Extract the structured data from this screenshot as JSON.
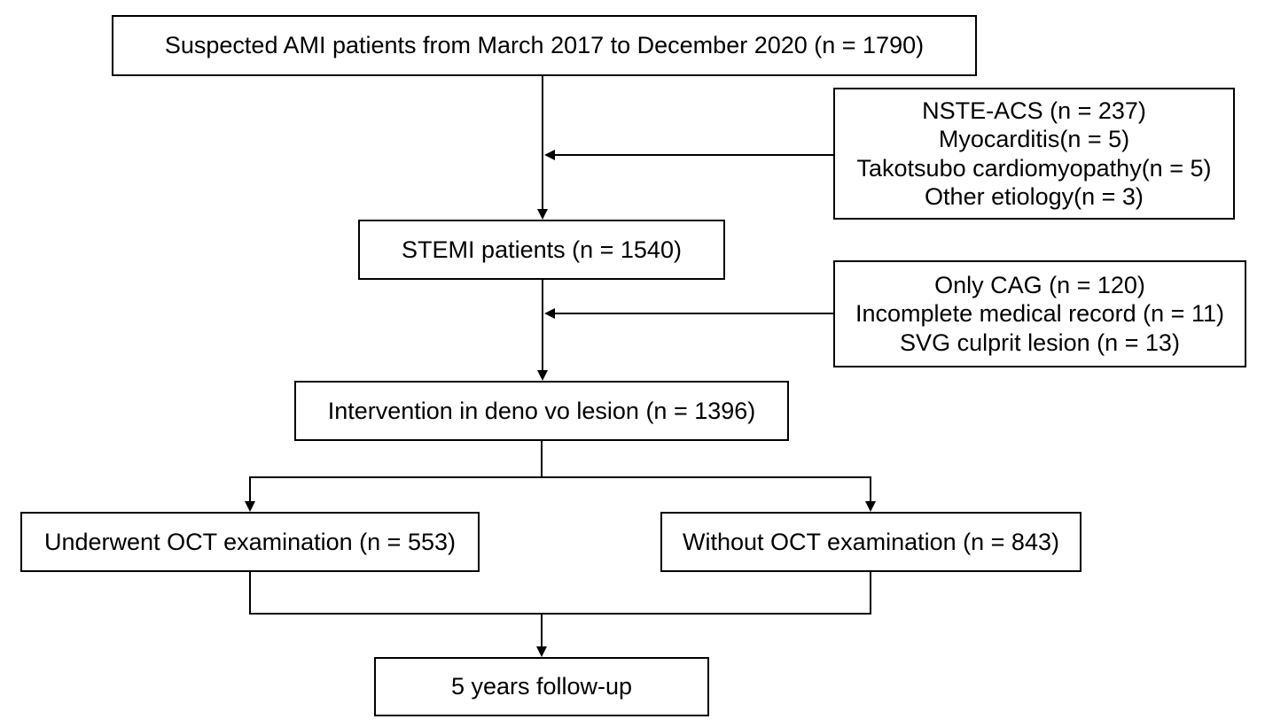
{
  "flowchart": {
    "main_steps": {
      "screened": "Suspected AMI patients from March 2017 to December 2020 (n = 1790)",
      "stemi": "STEMI patients (n = 1540)",
      "intervention": "Intervention in deno vo lesion (n = 1396)",
      "followup": "5 years follow-up"
    },
    "groups": {
      "oct": "Underwent OCT examination (n = 553)",
      "no_oct": "Without OCT examination (n = 843)"
    },
    "exclusions_1": [
      "NSTE-ACS (n = 237)",
      "Myocarditis(n = 5)",
      "Takotsubo cardiomyopathy(n = 5)",
      "Other etiology(n = 3)"
    ],
    "exclusions_2": [
      "Only CAG (n = 120)",
      "Incomplete medical record (n = 11)",
      "SVG culprit lesion (n = 13)"
    ]
  }
}
